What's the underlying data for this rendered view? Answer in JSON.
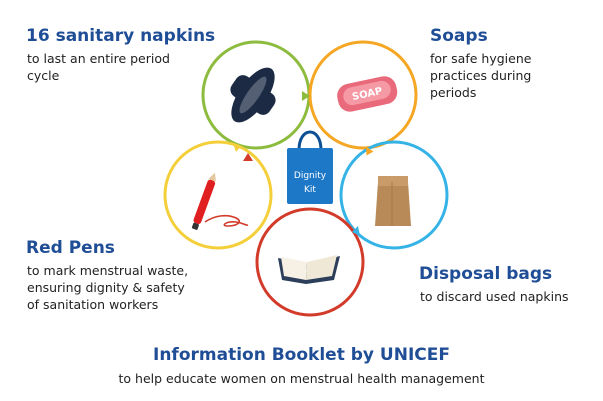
{
  "items": [
    {
      "title": "16 sanitary napkins",
      "desc": [
        "to last an entire period",
        "cycle"
      ]
    },
    {
      "title": "Soaps",
      "desc": [
        "for safe hygiene",
        "practices during",
        "periods"
      ]
    },
    {
      "title": "Disposal bags",
      "desc": [
        "to discard used napkins"
      ]
    },
    {
      "title": "Red Pens",
      "desc": [
        "to mark menstrual waste,",
        "ensuring dignity & safety",
        "of sanitation workers"
      ]
    },
    {
      "title": "Information Booklet by UNICEF",
      "desc": [
        "to help educate women on menstrual health management"
      ]
    }
  ],
  "center": {
    "line1": "Dignity",
    "line2": "Kit"
  },
  "soap_label": "SOAP",
  "colors": {
    "title": "#1f4e96",
    "green": "#8dbb3e",
    "orange": "#f5a623",
    "blue": "#35b3e6",
    "red": "#d23a2a",
    "yellow": "#f4cf3a",
    "bag": "#1e78c8"
  },
  "icons": [
    "sanitary-pad-icon",
    "soap-icon",
    "paper-bag-icon",
    "book-icon",
    "red-pen-icon",
    "tote-bag-icon"
  ]
}
